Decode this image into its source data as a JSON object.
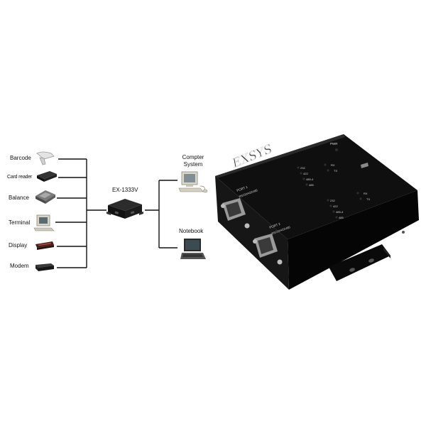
{
  "devices_left": [
    {
      "label": "Barcode"
    },
    {
      "label": "Card reader"
    },
    {
      "label": "Balance"
    },
    {
      "label": "Terminal"
    },
    {
      "label": "Display"
    },
    {
      "label": "Modem"
    }
  ],
  "hub_label": "EX-1333V",
  "devices_right": [
    {
      "label_line1": "Compter",
      "label_line2": "System"
    },
    {
      "label_line1": "Notebook"
    }
  ],
  "product": {
    "brand": "EXSYS",
    "pwr": "PWR",
    "port1": {
      "title": "PORT 1",
      "modes": "RS232/422/485",
      "leds": [
        "232",
        "422",
        "485-4",
        "485"
      ],
      "rx": "RX",
      "tx": "TX"
    },
    "port2": {
      "title": "PORT 2",
      "modes": "RS232/422/485",
      "leds": [
        "232",
        "422",
        "485-4",
        "485"
      ],
      "rx": "RX",
      "tx": "TX"
    }
  }
}
